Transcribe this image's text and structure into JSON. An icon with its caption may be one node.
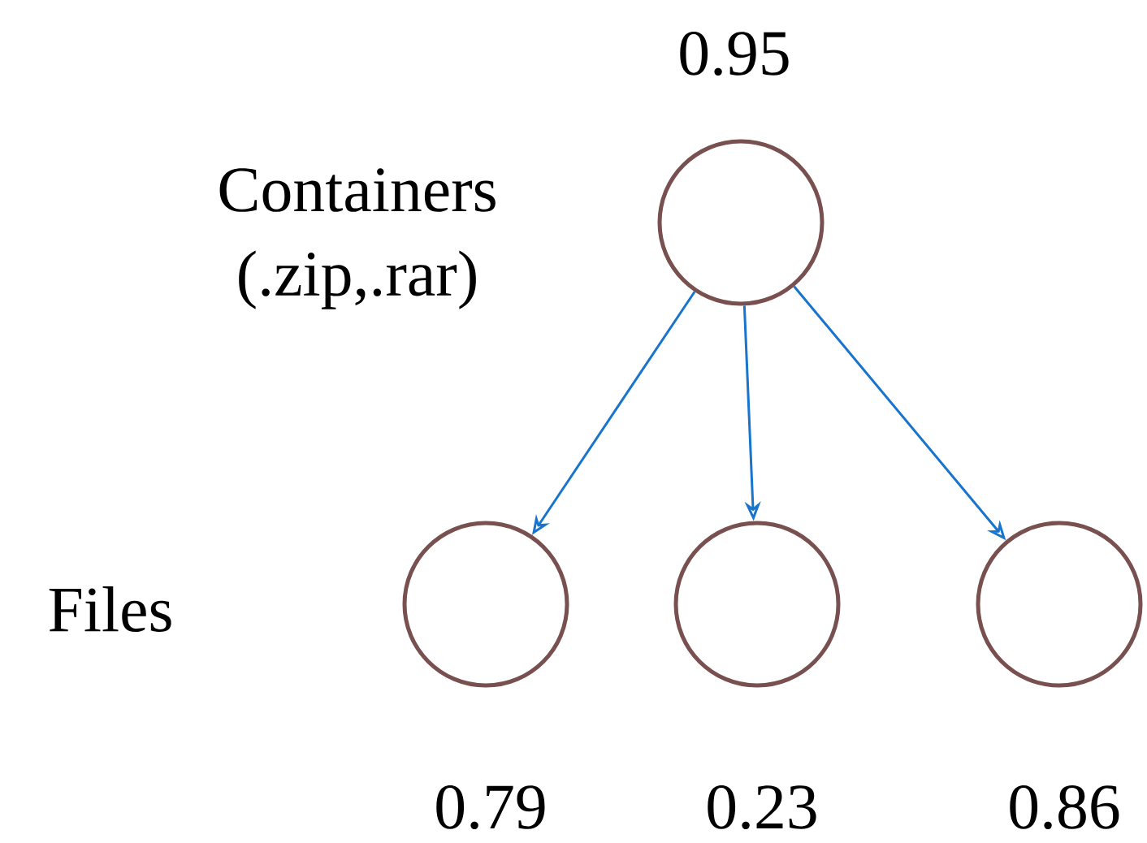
{
  "diagram": {
    "nodes": [
      {
        "text": [],
        "shape": "circle",
        "beside": [
          "0.95"
        ]
      },
      {
        "text": [],
        "shape": "circle",
        "beside": [
          "0.79"
        ]
      },
      {
        "text": [],
        "shape": "circle",
        "beside": [
          "0.23"
        ]
      },
      {
        "text": [],
        "shape": "circle",
        "beside": [
          "0.86"
        ]
      }
    ],
    "edges": [
      {
        "from": 0,
        "to": 1,
        "arrow": "to"
      },
      {
        "from": 0,
        "to": 2,
        "arrow": "to"
      },
      {
        "from": 0,
        "to": 3,
        "arrow": "to"
      }
    ],
    "labels": [
      "Containers (.zip,.rar)",
      "Files"
    ]
  }
}
